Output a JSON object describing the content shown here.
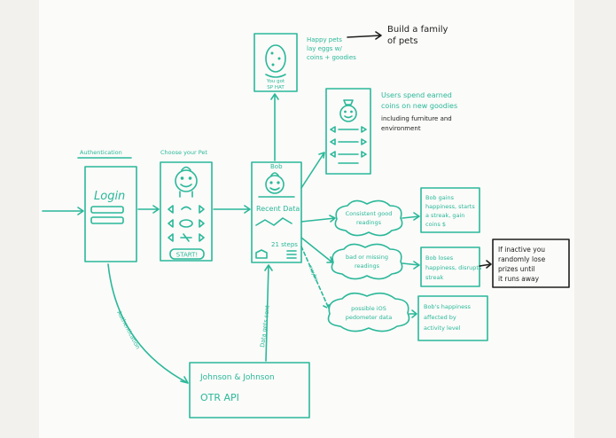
{
  "screens": {
    "login": {
      "caption": "Authentication",
      "title": "Login"
    },
    "choose_pet": {
      "caption": "Choose your Pet",
      "button": "START!"
    },
    "pet_home": {
      "name": "Bob",
      "data_label": "Recent Data",
      "steps": "21 steps"
    },
    "egg": {
      "caption_line1": "You got",
      "caption_line2": "SP HAT"
    },
    "shop": {}
  },
  "notes": {
    "egg_note": [
      "Happy pets",
      "lay eggs w/",
      "coins + goodies"
    ],
    "family": [
      "Build a family",
      "of pets"
    ],
    "shop_note": [
      "Users spend earned",
      "coins on new goodies",
      "including furniture and",
      "environment"
    ],
    "inactive": [
      "If inactive you",
      "randomly lose",
      "prizes until",
      "it runs away"
    ]
  },
  "clouds": {
    "consistent": [
      "Consistent good",
      "readings"
    ],
    "bad": [
      "bad or missing",
      "readings"
    ],
    "ios": [
      "possible iOS",
      "pedometer data"
    ]
  },
  "outcomes": {
    "gain": [
      "Bob gains",
      "happiness, starts",
      "a streak, gain",
      "coins $"
    ],
    "lose": [
      "Bob loses",
      "happiness, disrupts",
      "streak"
    ],
    "affected": [
      "Bob's happiness",
      "affected by",
      "activity level"
    ]
  },
  "api": {
    "line1": "Johnson & Johnson",
    "line2": "OTR API"
  },
  "arrows": {
    "auth": "Authentication",
    "data": "Data gets sent",
    "maybe": "maybe"
  }
}
